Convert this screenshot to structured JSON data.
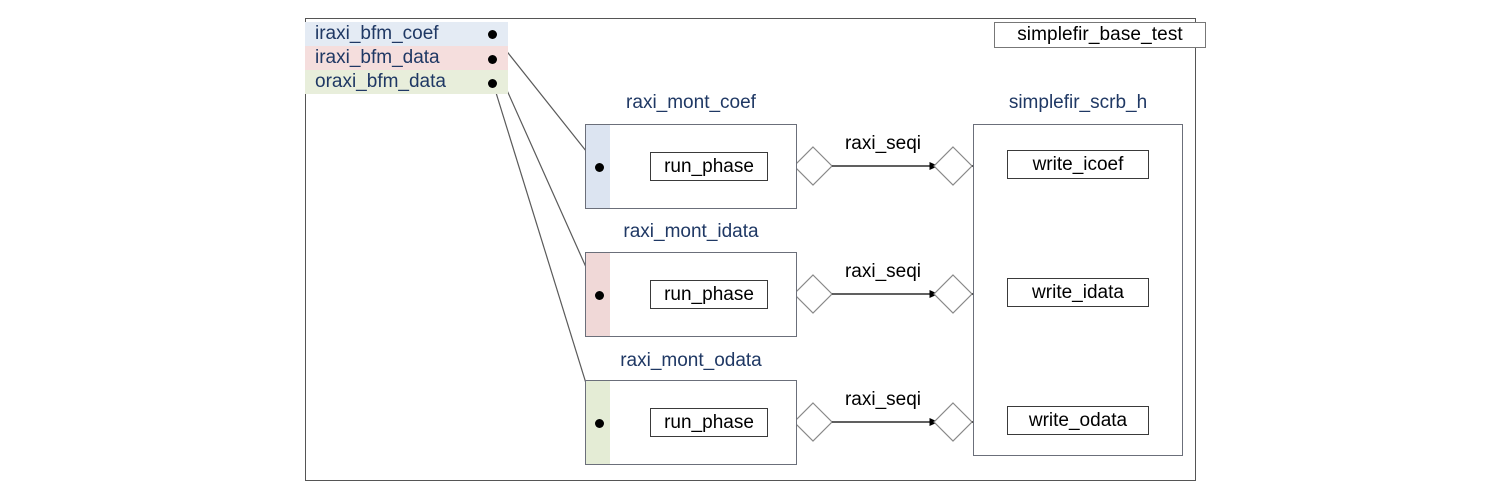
{
  "diagram": {
    "type": "uvm-testbench-topology",
    "frame_title": "simplefir_base_test",
    "bfm_agents": [
      {
        "label": "iraxi_bfm_coef",
        "color": "#e4ebf4"
      },
      {
        "label": "iraxi_bfm_data",
        "color": "#f5dedd"
      },
      {
        "label": "oraxi_bfm_data",
        "color": "#e8eedb"
      }
    ],
    "monitors": [
      {
        "title": "raxi_mont_coef",
        "strip_color": "#dce4f1",
        "phase_label": "run_phase",
        "edge_label": "raxi_seqi"
      },
      {
        "title": "raxi_mont_idata",
        "strip_color": "#f0d8d7",
        "phase_label": "run_phase",
        "edge_label": "raxi_seqi"
      },
      {
        "title": "raxi_mont_odata",
        "strip_color": "#e4ecd5",
        "phase_label": "run_phase",
        "edge_label": "raxi_seqi"
      }
    ],
    "scoreboard": {
      "title": "simplefir_scrb_h",
      "methods": [
        {
          "label": "write_icoef"
        },
        {
          "label": "write_idata"
        },
        {
          "label": "write_odata"
        }
      ]
    },
    "colors": {
      "title_text": "#1f3864",
      "body_text": "#000000",
      "frame_border": "#555555",
      "box_border": "#6b6f7a",
      "connector": "#5a5a5a"
    }
  }
}
